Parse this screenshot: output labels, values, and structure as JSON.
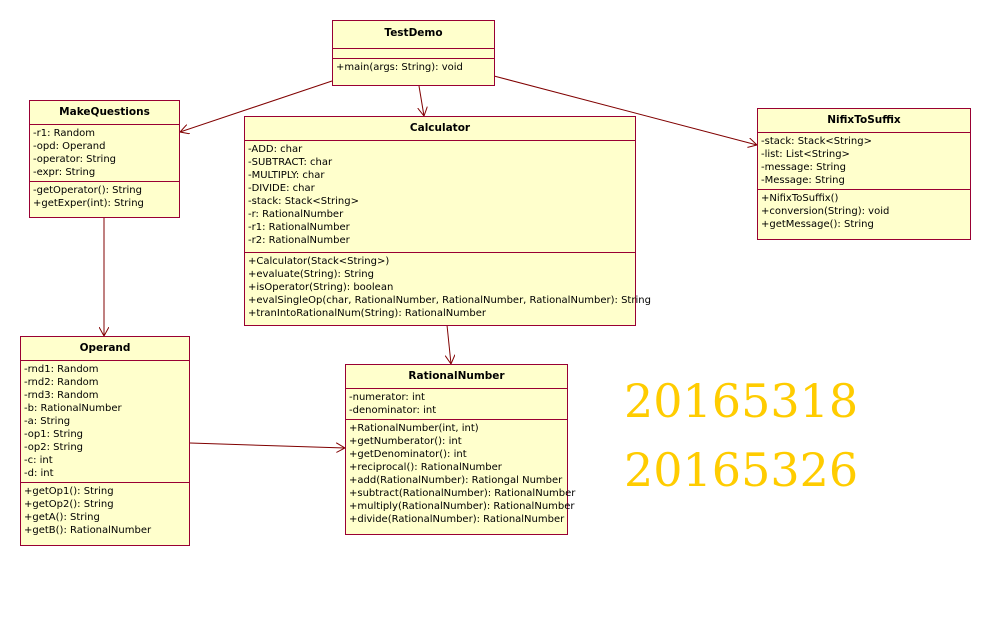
{
  "classes": {
    "testdemo": {
      "name": "TestDemo",
      "attributes": [],
      "methods": [
        "+main(args: String): void"
      ]
    },
    "makequestions": {
      "name": "MakeQuestions",
      "attributes": [
        "-r1: Random",
        "-opd: Operand",
        "-operator: String",
        "-expr: String"
      ],
      "methods": [
        "-getOperator(): String",
        "+getExper(int): String"
      ]
    },
    "calculator": {
      "name": "Calculator",
      "attributes": [
        "-ADD: char",
        "-SUBTRACT: char",
        "-MULTIPLY: char",
        "-DIVIDE: char",
        "-stack: Stack<String>",
        "-r: RationalNumber",
        "-r1: RationalNumber",
        "-r2: RationalNumber"
      ],
      "methods": [
        "+Calculator(Stack<String>)",
        "+evaluate(String): String",
        "+isOperator(String): boolean",
        "+evalSingleOp(char, RationalNumber, RationalNumber, RationalNumber): String",
        "+tranIntoRationalNum(String): RationalNumber"
      ]
    },
    "nifixtosuffix": {
      "name": "NifixToSuffix",
      "attributes": [
        "-stack: Stack<String>",
        "-list: List<String>",
        "-message: String",
        "-Message: String"
      ],
      "methods": [
        "+NifixToSuffix()",
        "+conversion(String): void",
        "+getMessage(): String"
      ]
    },
    "operand": {
      "name": "Operand",
      "attributes": [
        "-rnd1: Random",
        "-rnd2: Random",
        "-rnd3: Random",
        "-b: RationalNumber",
        "-a: String",
        "-op1: String",
        "-op2: String",
        "-c: int",
        "-d: int"
      ],
      "methods": [
        "+getOp1(): String",
        "+getOp2(): String",
        "+getA(): String",
        "+getB(): RationalNumber"
      ]
    },
    "rationalnumber": {
      "name": "RationalNumber",
      "attributes": [
        "-numerator: int",
        "-denominator: int"
      ],
      "methods": [
        "+RationalNumber(int, int)",
        "+getNumberator(): int",
        "+getDenominator(): int",
        "+reciprocal(): RationalNumber",
        "+add(RationalNumber): Rationgal Number",
        "+subtract(RationalNumber): RationalNumber",
        "+multiply(RationalNumber): RationalNumber",
        "+divide(RationalNumber): RationalNumber"
      ]
    }
  },
  "associations": [
    {
      "from": "TestDemo",
      "to": "MakeQuestions"
    },
    {
      "from": "TestDemo",
      "to": "Calculator"
    },
    {
      "from": "TestDemo",
      "to": "NifixToSuffix"
    },
    {
      "from": "MakeQuestions",
      "to": "Operand"
    },
    {
      "from": "Calculator",
      "to": "RationalNumber"
    },
    {
      "from": "Operand",
      "to": "RationalNumber"
    }
  ],
  "student_ids": [
    "20165318",
    "20165326"
  ],
  "colors": {
    "box_fill": "#ffffcc",
    "box_border": "#990033",
    "arrow": "#800000",
    "id_text": "#ffcc00"
  }
}
